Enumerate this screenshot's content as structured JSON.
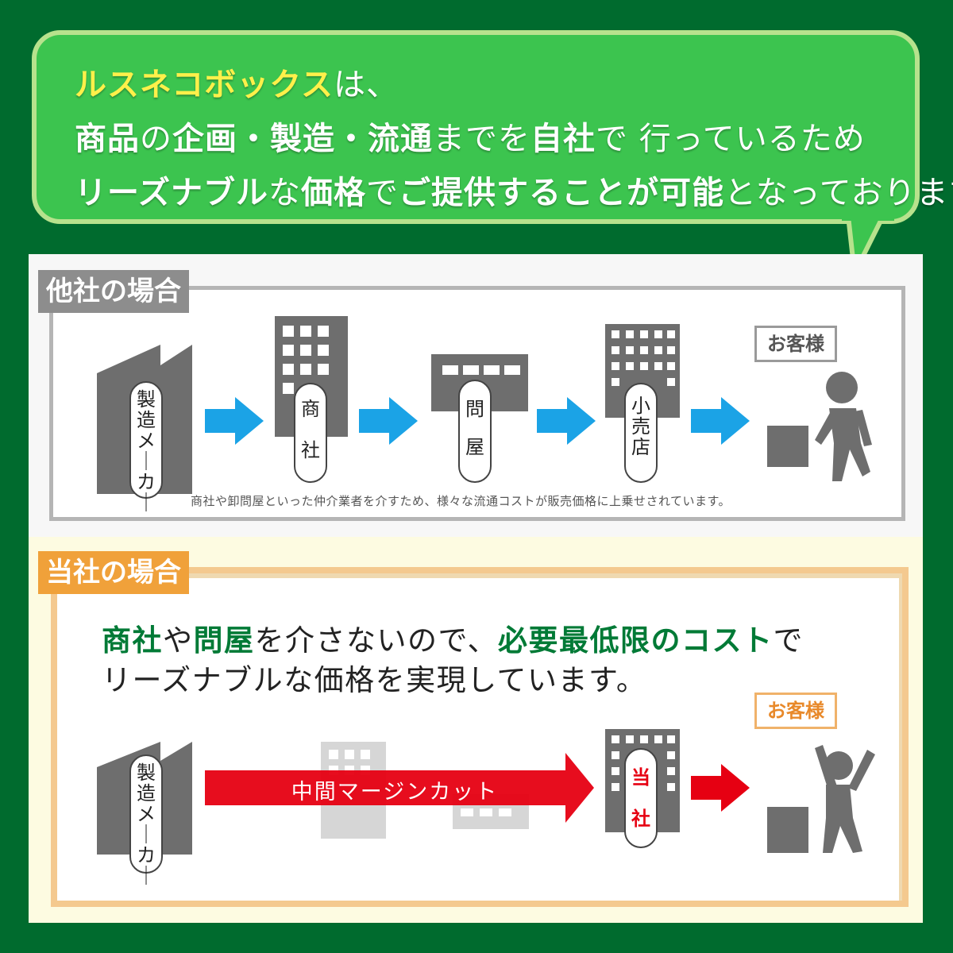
{
  "bubble": {
    "line1": {
      "brand": "ルスネコボックス",
      "rest": "は、"
    },
    "line2": [
      {
        "t": "商品",
        "w": "b"
      },
      {
        "t": "の",
        "w": "n"
      },
      {
        "t": "企画・製造・流通",
        "w": "b"
      },
      {
        "t": "までを",
        "w": "n"
      },
      {
        "t": "自社",
        "w": "b"
      },
      {
        "t": "で 行っているため",
        "w": "n"
      }
    ],
    "line3": [
      {
        "t": "リーズナブル",
        "w": "b"
      },
      {
        "t": "な",
        "w": "n"
      },
      {
        "t": "価格",
        "w": "b"
      },
      {
        "t": "で",
        "w": "n"
      },
      {
        "t": "ご提供することが可能",
        "w": "b"
      },
      {
        "t": "となっております。",
        "w": "n"
      }
    ]
  },
  "other": {
    "title": "他社の場合",
    "maker": "製造メーカー",
    "trading": "商社",
    "wholesale": "問屋",
    "retail": "小売店",
    "customer": "お客様",
    "note": "商社や卸問屋といった仲介業者を介すため、様々な流通コストが販売価格に上乗せされています。"
  },
  "ours": {
    "title": "当社の場合",
    "sentence1": [
      {
        "t": "商社",
        "g": true
      },
      {
        "t": "や",
        "g": false
      },
      {
        "t": "問屋",
        "g": true
      },
      {
        "t": "を介さないので、",
        "g": false
      },
      {
        "t": "必要最低限のコスト",
        "g": true
      },
      {
        "t": "で",
        "g": false
      }
    ],
    "sentence2": "リーズナブルな価格を実現しています。",
    "maker": "製造メーカー",
    "margin_cut": "中間マージンカット",
    "company": "当社",
    "customer": "お客様"
  },
  "colors": {
    "background": "#006b2e",
    "bubble": "#3cc44f",
    "brand_yellow": "#fff04a",
    "arrow_blue": "#1ba3e6",
    "arrow_red": "#e60012",
    "building_gray": "#6e6e6e",
    "highlight_green": "#007a36",
    "tag_orange": "#f0a13a"
  }
}
